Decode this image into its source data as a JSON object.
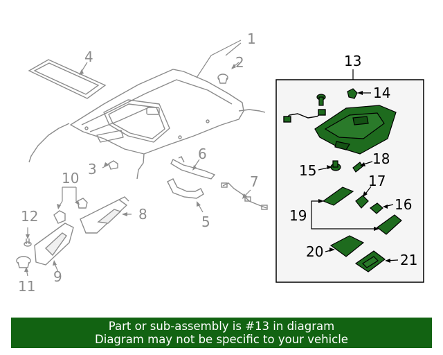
{
  "callouts": {
    "c1": "1",
    "c2": "2",
    "c3": "3",
    "c4": "4",
    "c5": "5",
    "c6": "6",
    "c7": "7",
    "c8": "8",
    "c9": "9",
    "c10": "10",
    "c11": "11",
    "c12": "12",
    "c13": "13",
    "c14": "14",
    "c15": "15",
    "c16": "16",
    "c17": "17",
    "c18": "18",
    "c19": "19",
    "c20": "20",
    "c21": "21"
  },
  "banner": {
    "line1": "Part or sub-assembly is #13 in diagram",
    "line2": "Diagram may not be specific to your vehicle"
  },
  "colors": {
    "line_grey": "#8c8c8c",
    "highlight_green": "#1e6b1e",
    "banner_green": "#126312",
    "inset_fill": "#f5f5f5"
  }
}
